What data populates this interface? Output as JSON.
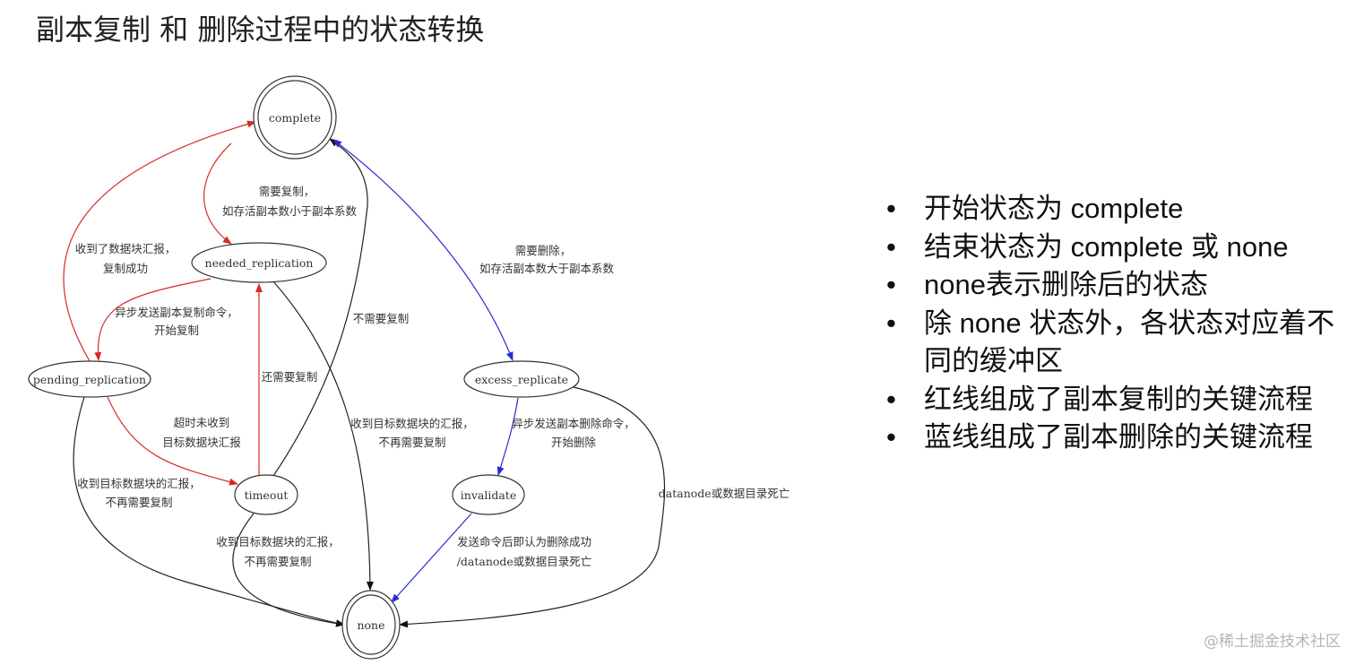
{
  "title": "副本复制 和 删除过程中的状态转换",
  "diagram": {
    "nodes": {
      "complete": "complete",
      "needed_replication": "needed_replication",
      "pending_replication": "pending_replication",
      "excess_replicate": "excess_replicate",
      "timeout": "timeout",
      "invalidate": "invalidate",
      "none": "none"
    },
    "edges": {
      "complete_to_needed": [
        "需要复制，",
        "如存活副本数小于副本系数"
      ],
      "pending_to_complete": [
        "收到了数据块汇报，",
        "复制成功"
      ],
      "needed_to_pending": [
        "异步发送副本复制命令，",
        "开始复制"
      ],
      "timeout_to_needed": [
        "还需要复制"
      ],
      "pending_to_timeout": [
        "超时未收到",
        "目标数据块汇报"
      ],
      "timeout_to_complete": [
        "不需要复制"
      ],
      "needed_to_none": [
        "收到目标数据块的汇报，",
        "不再需要复制"
      ],
      "pending_to_none": [
        "收到目标数据块的汇报，",
        "不再需要复制"
      ],
      "timeout_to_none": [
        "收到目标数据块的汇报，",
        "不再需要复制"
      ],
      "complete_excess": [
        "需要删除，",
        "如存活副本数大于副本系数"
      ],
      "excess_to_invalidate": [
        "异步发送副本删除命令，",
        "开始删除"
      ],
      "invalidate_to_none": [
        "发送命令后即认为删除成功",
        "/datanode或数据目录死亡"
      ],
      "excess_to_none": [
        "datanode或数据目录死亡"
      ]
    },
    "colors": {
      "replication": "#d62a2a",
      "deletion": "#2a2ad6",
      "other": "#222222"
    }
  },
  "bullets": [
    "开始状态为 complete",
    "结束状态为 complete 或 none",
    "none表示删除后的状态",
    "除 none 状态外，各状态对应着不同的缓冲区",
    "红线组成了副本复制的关键流程",
    "蓝线组成了副本删除的关键流程"
  ],
  "watermark": "@稀土掘金技术社区"
}
